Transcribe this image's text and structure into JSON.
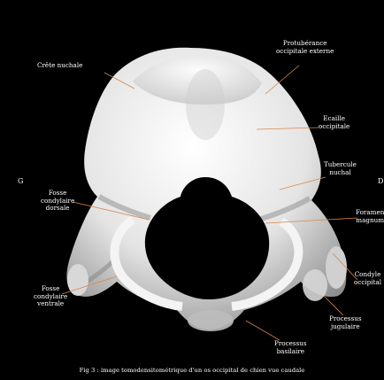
{
  "figure": {
    "caption": "Fig 3 : image tomodensitométrique d'un os occipital de chien vue caudale",
    "leader_color": "#d9864a",
    "side_labels": {
      "left": "G",
      "right": "D"
    },
    "labels": {
      "crete_nuchale": [
        "Crête nuchale"
      ],
      "protuberance": [
        "Protubérance",
        "occipitale externe"
      ],
      "ecaille": [
        "Ecaille",
        "occipitale"
      ],
      "tubercule": [
        "Tubercule",
        "nuchal"
      ],
      "foramen": [
        "Foramen",
        "magnum"
      ],
      "fosse_dorsale": [
        "Fosse",
        "condylaire",
        "dorsale"
      ],
      "fosse_ventrale": [
        "Fosse",
        "condylaire",
        "ventrale"
      ],
      "condyle": [
        "Condyle",
        "occipital"
      ],
      "processus_jugulaire": [
        "Processus",
        "jugulaire"
      ],
      "processus_basilaire": [
        "Processus",
        "basilaire"
      ]
    }
  }
}
